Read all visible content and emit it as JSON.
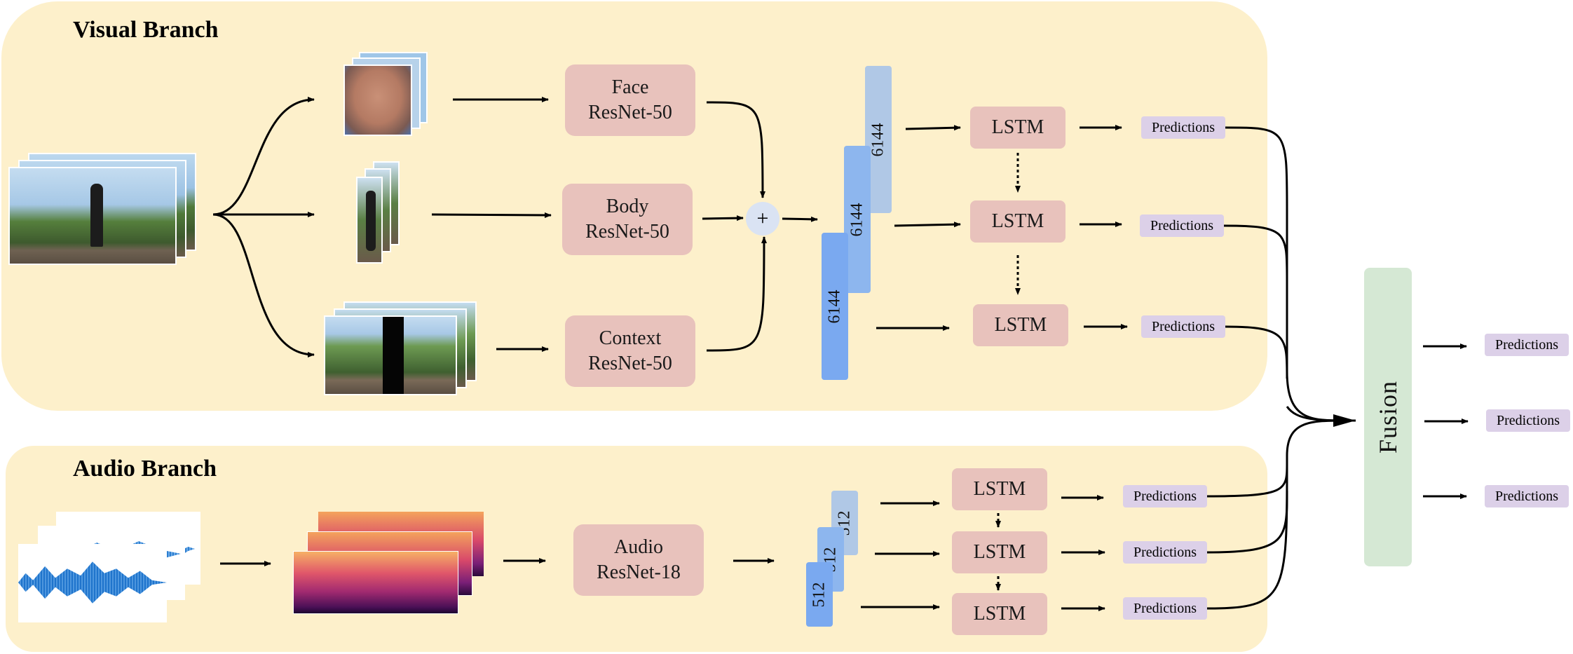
{
  "visual_branch": {
    "title": "Visual Branch",
    "face_box": {
      "line1": "Face",
      "line2": "ResNet-50"
    },
    "body_box": {
      "line1": "Body",
      "line2": "ResNet-50"
    },
    "context_box": {
      "line1": "Context",
      "line2": "ResNet-50"
    },
    "plus_symbol": "+",
    "features": [
      "6144",
      "6144",
      "6144"
    ],
    "lstm": [
      "LSTM",
      "LSTM",
      "LSTM"
    ],
    "predictions": [
      "Predictions",
      "Predictions",
      "Predictions"
    ]
  },
  "audio_branch": {
    "title": "Audio Branch",
    "audio_box": {
      "line1": "Audio",
      "line2": "ResNet-18"
    },
    "features": [
      "512",
      "512",
      "512"
    ],
    "lstm": [
      "LSTM",
      "LSTM",
      "LSTM"
    ],
    "predictions": [
      "Predictions",
      "Predictions",
      "Predictions"
    ]
  },
  "fusion": {
    "label": "Fusion",
    "predictions": [
      "Predictions",
      "Predictions",
      "Predictions"
    ]
  },
  "colors": {
    "panel": "#fdf0cb",
    "module": "#e8c2bc",
    "predictions": "#dcd0e8",
    "fusion": "#d5e8d4",
    "feature_light": "#b0c8e6",
    "feature_mid": "#8db6ee",
    "feature_dark": "#7aa9f0"
  }
}
